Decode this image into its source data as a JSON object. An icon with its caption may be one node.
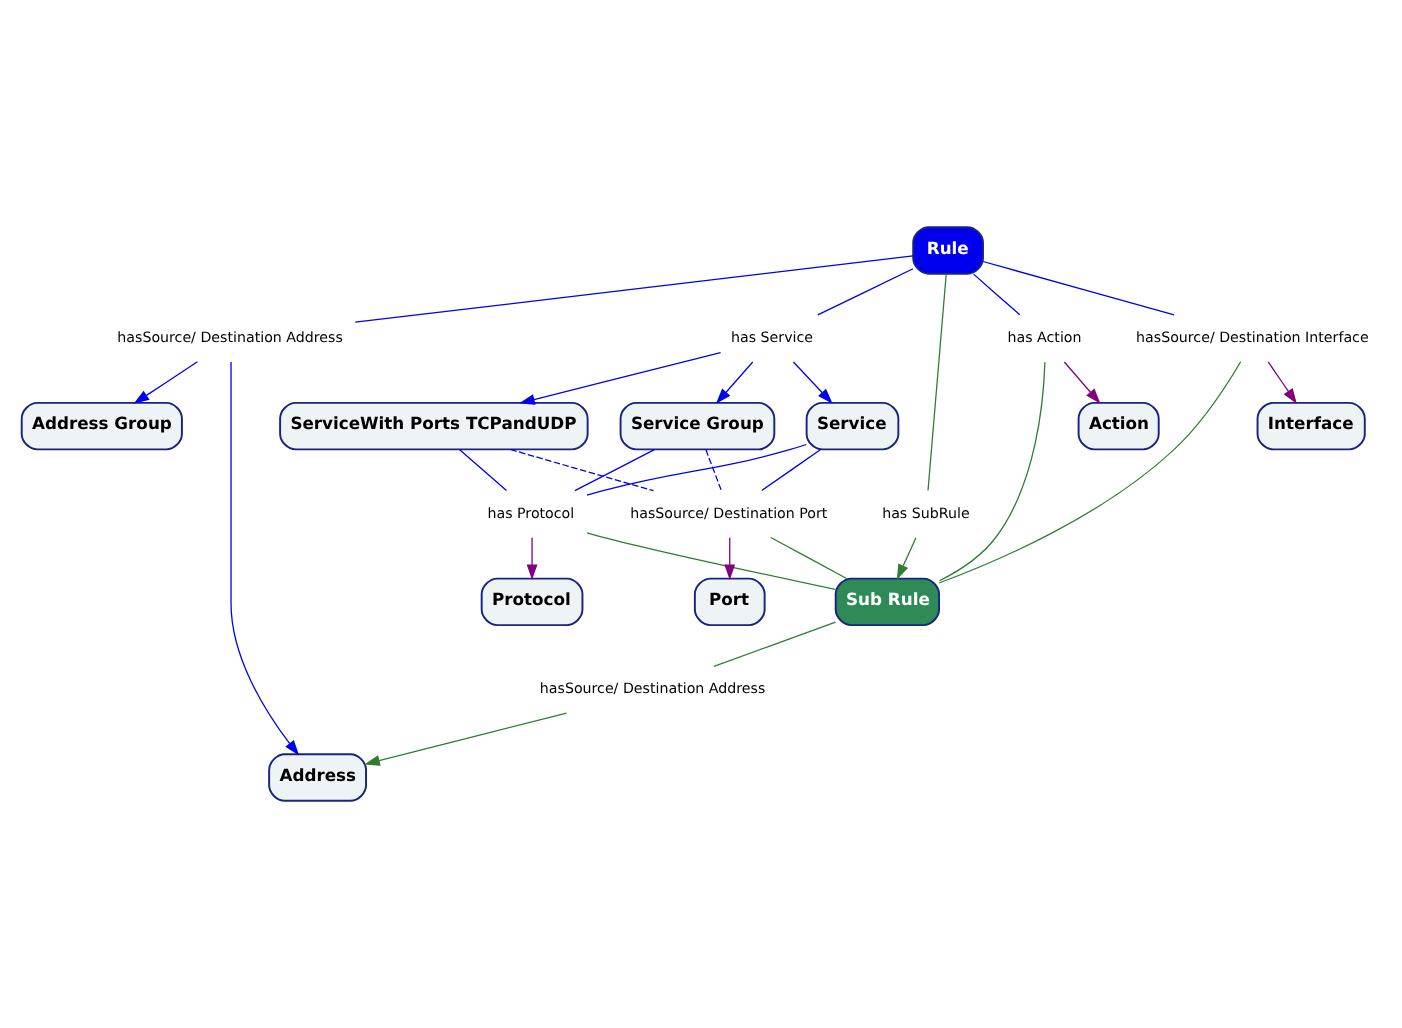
{
  "diagram": {
    "nodes": [
      {
        "text": [
          "Address Group"
        ]
      },
      {
        "text": [
          "ServiceWith Ports TCPandUDP"
        ]
      },
      {
        "text": [
          "Protocol"
        ]
      },
      {
        "text": [
          "has Service"
        ]
      },
      {
        "text": [
          "Service Group"
        ]
      },
      {
        "text": [
          "hasSource/ Destination Address"
        ]
      },
      {
        "text": [
          "has Protocol"
        ]
      },
      {
        "text": [
          "Address"
        ]
      },
      {
        "text": [
          "Rule"
        ]
      },
      {
        "text": [
          "Service"
        ]
      },
      {
        "text": [
          "Port"
        ]
      },
      {
        "text": [
          "Interface"
        ]
      },
      {
        "text": [
          "has SubRule"
        ]
      },
      {
        "text": [
          "has Action"
        ]
      },
      {
        "text": [
          "hasSource/ Destination Port"
        ]
      },
      {
        "text": [
          "hasSource/ Destination Address"
        ]
      },
      {
        "text": [
          "Action"
        ]
      },
      {
        "text": [
          "hasSource/ Destination Interface"
        ]
      },
      {
        "text": [
          "Sub Rule"
        ]
      }
    ],
    "edges": [
      {
        "from": 8,
        "to": 5,
        "arrow": "none"
      },
      {
        "from": 5,
        "to": 0,
        "arrow": "to"
      },
      {
        "from": 5,
        "to": 7,
        "arrow": "to"
      },
      {
        "from": 8,
        "to": 3,
        "arrow": "none"
      },
      {
        "from": 3,
        "to": 1,
        "arrow": "to"
      },
      {
        "from": 3,
        "to": 4,
        "arrow": "to"
      },
      {
        "from": 3,
        "to": 9,
        "arrow": "to"
      },
      {
        "from": 8,
        "to": 17,
        "arrow": "none"
      },
      {
        "from": 17,
        "to": 11,
        "arrow": "to",
        "color": "#800080"
      },
      {
        "from": 8,
        "to": 13,
        "arrow": "none"
      },
      {
        "from": 13,
        "to": 16,
        "arrow": "to",
        "color": "#800080"
      },
      {
        "from": 8,
        "to": 12,
        "arrow": "none",
        "color": "#2e7d32"
      },
      {
        "from": 12,
        "to": 18,
        "arrow": "to",
        "color": "#2e7d32"
      },
      {
        "from": 18,
        "to": 15,
        "arrow": "none",
        "color": "#2e7d32"
      },
      {
        "from": 15,
        "to": 7,
        "arrow": "to",
        "color": "#2e7d32"
      },
      {
        "from": 17,
        "to": 18,
        "arrow": "none",
        "color": "#2e7d32"
      },
      {
        "from": 13,
        "to": 18,
        "arrow": "none",
        "color": "#2e7d32"
      },
      {
        "from": 14,
        "to": 18,
        "arrow": "none",
        "color": "#2e7d32"
      },
      {
        "from": 6,
        "to": 18,
        "arrow": "none",
        "color": "#2e7d32"
      },
      {
        "from": 9,
        "to": 14,
        "arrow": "none"
      },
      {
        "from": 1,
        "to": 14,
        "arrow": "none",
        "style": "dashed"
      },
      {
        "from": 4,
        "to": 14,
        "arrow": "none",
        "style": "dashed"
      },
      {
        "from": 14,
        "to": 10,
        "arrow": "to",
        "color": "#800080"
      },
      {
        "from": 1,
        "to": 6,
        "arrow": "none"
      },
      {
        "from": 4,
        "to": 6,
        "arrow": "none"
      },
      {
        "from": 9,
        "to": 6,
        "arrow": "none"
      },
      {
        "from": 6,
        "to": 2,
        "arrow": "to",
        "color": "#800080"
      }
    ]
  }
}
